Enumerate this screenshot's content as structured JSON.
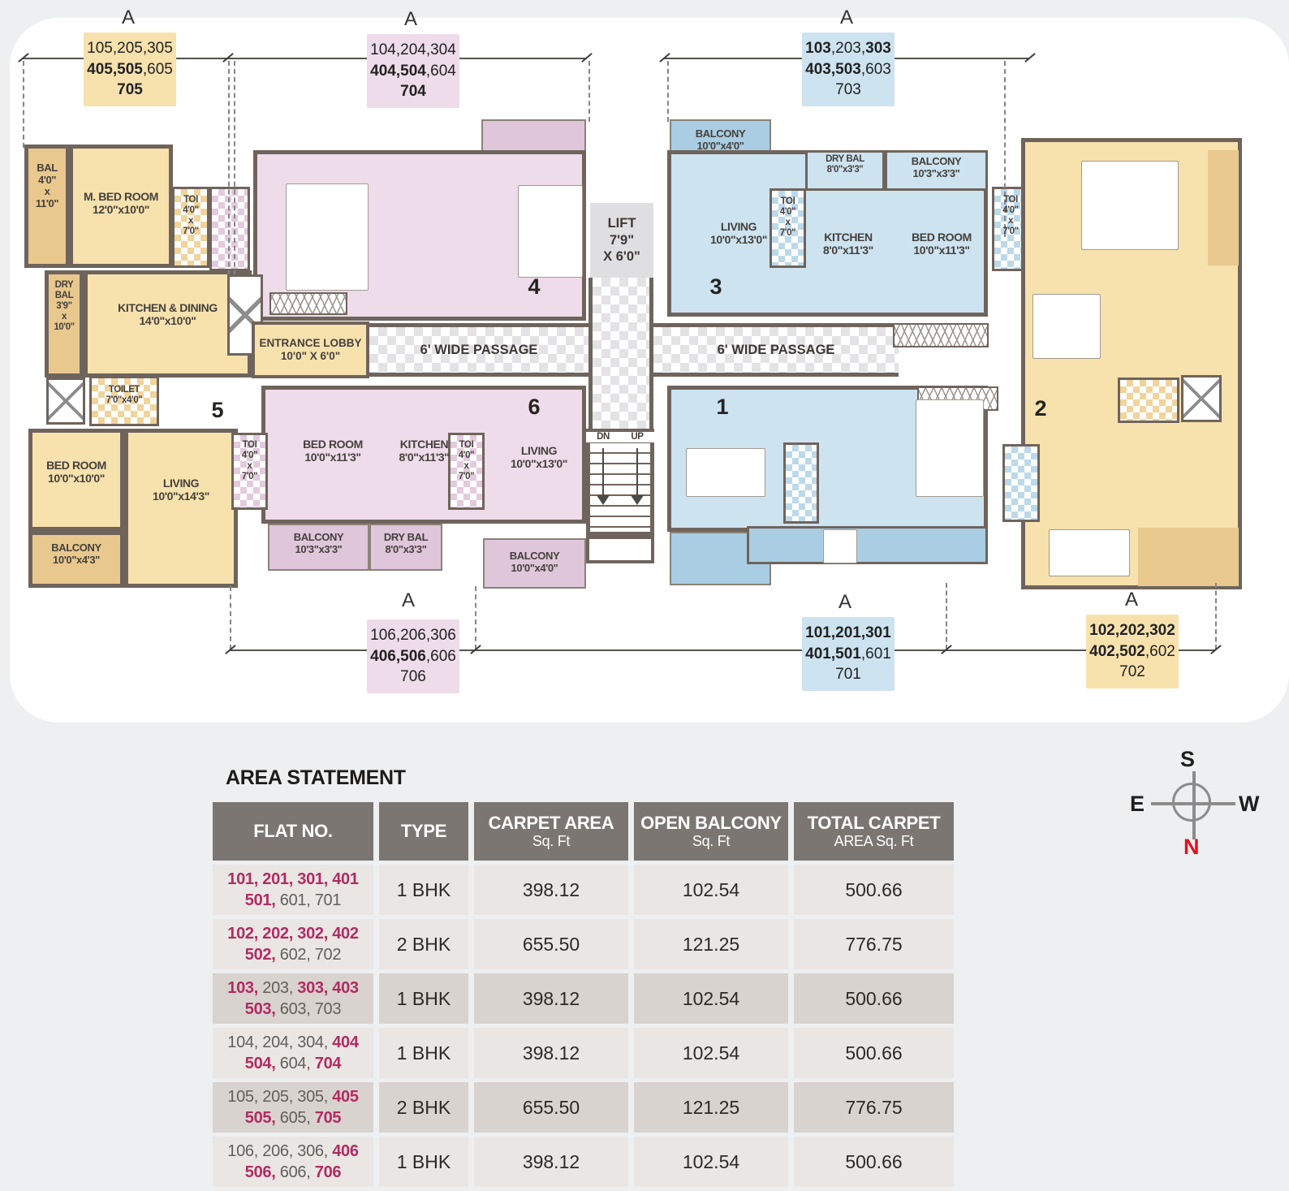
{
  "plan": {
    "section_marker": "A",
    "passage_left": "6' WIDE PASSAGE",
    "passage_right": "6' WIDE PASSAGE",
    "lift": "LIFT\n7'9\"\nX 6'0\"",
    "lobby": "ENTRANCE LOBBY\n10'0\" X 6'0\"",
    "stairs_dn": "DN",
    "stairs_up": "UP",
    "flat1": {
      "num": "1"
    },
    "flat2": {
      "num": "2"
    },
    "flat3": {
      "num": "3",
      "balcony_top": "BALCONY\n10'0\"x4'0\"",
      "living": "LIVING\n10'0\"x13'0\"",
      "toi": "TOI\n4'0\"\nx\n7'0\"",
      "dry_bal": "DRY BAL\n8'0\"x3'3\"",
      "kitchen": "KITCHEN\n8'0\"x11'3\"",
      "bedroom": "BED ROOM\n10'0\"x11'3\"",
      "balcony_right": "BALCONY\n10'3\"x3'3\"",
      "toi_right": "TOI\n4'0\"\nx\n7'0\""
    },
    "flat4": {
      "num": "4"
    },
    "flat5": {
      "num": "5",
      "bal": "BAL\n4'0\"\nx\n11'0\"",
      "mbed": "M. BED ROOM\n12'0\"x10'0\"",
      "toi": "TOI\n4'0\"\nx\n7'0\"",
      "dry_bal": "DRY\nBAL\n3'9\"\nx\n10'0\"",
      "kitchen": "KITCHEN & DINING\n14'0\"x10'0\"",
      "toilet": "TOILET\n7'0\"x4'0\"",
      "bedroom": "BED ROOM\n10'0\"x10'0\"",
      "living": "LIVING\n10'0\"x14'3\"",
      "balcony": "BALCONY\n10'0\"x4'3\""
    },
    "flat6": {
      "num": "6",
      "toi_left": "TOI\n4'0\"\nx\n7'0\"",
      "bedroom": "BED ROOM\n10'0\"x11'3\"",
      "kitchen": "KITCHEN\n8'0\"x11'3\"",
      "toi_mid": "TOI\n4'0\"\nx\n7'0\"",
      "living": "LIVING\n10'0\"x13'0\"",
      "balcony_left": "BALCONY\n10'3\"x3'3\"",
      "dry_bal": "DRY BAL\n8'0\"x3'3\"",
      "balcony_bottom": "BALCONY\n10'0\"x4'0\""
    }
  },
  "labels": {
    "top_yellow": [
      [
        [
          "105,205,305",
          0
        ]
      ],
      [
        [
          "405,505",
          1
        ],
        [
          ",605",
          0
        ]
      ],
      [
        [
          "705",
          1
        ]
      ]
    ],
    "top_pink": [
      [
        [
          "104,204,304",
          0
        ]
      ],
      [
        [
          "404,504",
          1
        ],
        [
          ",604",
          0
        ]
      ],
      [
        [
          "704",
          1
        ]
      ]
    ],
    "top_blue": [
      [
        [
          "103",
          1
        ],
        [
          ",203,",
          0
        ],
        [
          "303",
          1
        ]
      ],
      [
        [
          "403,503",
          1
        ],
        [
          ",603",
          0
        ]
      ],
      [
        [
          "703",
          0
        ]
      ]
    ],
    "bottom_pink": [
      [
        [
          "106,206,306",
          0
        ]
      ],
      [
        [
          "406,506",
          1
        ],
        [
          ",606",
          0
        ]
      ],
      [
        [
          "706",
          0
        ]
      ]
    ],
    "bottom_blue": [
      [
        [
          "101,201,301",
          1
        ]
      ],
      [
        [
          "401,501",
          1
        ],
        [
          ",601",
          0
        ]
      ],
      [
        [
          "701",
          0
        ]
      ]
    ],
    "bottom_yellow": [
      [
        [
          "102,202,302",
          1
        ]
      ],
      [
        [
          "402,502",
          1
        ],
        [
          ",602",
          0
        ]
      ],
      [
        [
          "702",
          0
        ]
      ]
    ]
  },
  "table": {
    "title": "AREA STATEMENT",
    "headers": {
      "flat": "FLAT NO.",
      "type": "TYPE",
      "carpet": "CARPET AREA",
      "carpet_sub": "Sq. Ft",
      "balcony": "OPEN BALCONY",
      "balcony_sub": "Sq. Ft",
      "total": "TOTAL CARPET",
      "total_sub": "AREA Sq. Ft"
    },
    "rows": [
      {
        "flat": [
          [
            [
              "101, 201, 301, 401",
              1
            ]
          ],
          [
            [
              "501,",
              1
            ],
            [
              " 601, 701",
              0
            ]
          ]
        ],
        "type": "1 BHK",
        "carpet": "398.12",
        "balcony": "102.54",
        "total": "500.66",
        "shade": 0
      },
      {
        "flat": [
          [
            [
              "102, 202, 302, 402",
              1
            ]
          ],
          [
            [
              "502,",
              1
            ],
            [
              " 602, 702",
              0
            ]
          ]
        ],
        "type": "2 BHK",
        "carpet": "655.50",
        "balcony": "121.25",
        "total": "776.75",
        "shade": 0
      },
      {
        "flat": [
          [
            [
              "103,",
              1
            ],
            [
              " 203, ",
              0
            ],
            [
              "303, 403",
              1
            ]
          ],
          [
            [
              "503,",
              1
            ],
            [
              " 603, 703",
              0
            ]
          ]
        ],
        "type": "1 BHK",
        "carpet": "398.12",
        "balcony": "102.54",
        "total": "500.66",
        "shade": 1
      },
      {
        "flat": [
          [
            [
              "104, 204, 304, ",
              0
            ],
            [
              "404",
              1
            ]
          ],
          [
            [
              "504,",
              1
            ],
            [
              " 604, ",
              0
            ],
            [
              "704",
              1
            ]
          ]
        ],
        "type": "1 BHK",
        "carpet": "398.12",
        "balcony": "102.54",
        "total": "500.66",
        "shade": 0
      },
      {
        "flat": [
          [
            [
              "105, 205, 305, ",
              0
            ],
            [
              "405",
              1
            ]
          ],
          [
            [
              "505,",
              1
            ],
            [
              " 605, ",
              0
            ],
            [
              "705",
              1
            ]
          ]
        ],
        "type": "2 BHK",
        "carpet": "655.50",
        "balcony": "121.25",
        "total": "776.75",
        "shade": 1
      },
      {
        "flat": [
          [
            [
              "106, 206, 306, ",
              0
            ],
            [
              "406",
              1
            ]
          ],
          [
            [
              "506,",
              1
            ],
            [
              " 606, ",
              0
            ],
            [
              "706",
              1
            ]
          ]
        ],
        "type": "1 BHK",
        "carpet": "398.12",
        "balcony": "102.54",
        "total": "500.66",
        "shade": 0
      }
    ]
  },
  "compass": {
    "n": "N",
    "s": "S",
    "e": "E",
    "w": "W"
  },
  "colors": {
    "yellow": "#f7e1ad",
    "yellow_dark": "#e9c88e",
    "pink": "#eedcea",
    "pink_dark": "#dfc6da",
    "blue": "#cde3f0",
    "blue_dark": "#a9cde3",
    "wall": "#6f645c",
    "accent": "#b12b63",
    "header_bg": "#7b7672",
    "row_light": "#eae6e3",
    "row_dark": "#d9d3cf"
  }
}
